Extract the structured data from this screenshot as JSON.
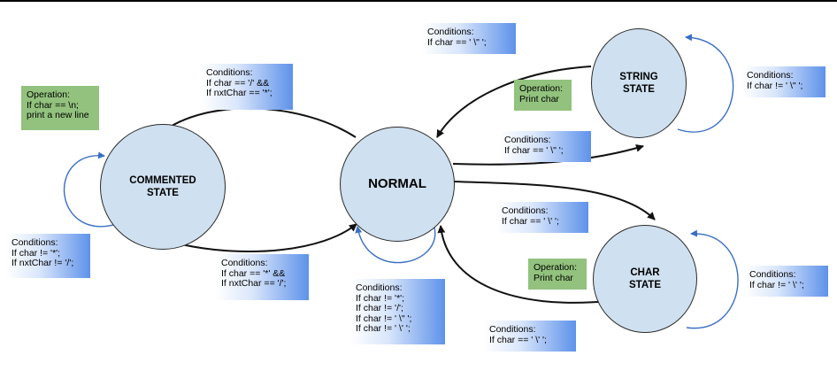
{
  "states": {
    "commented": "COMMENTED\nSTATE",
    "normal": "NORMAL",
    "string": "STRING\nSTATE",
    "char": "CHAR\nSTATE"
  },
  "boxes": {
    "op_commented": [
      "Operation:",
      "If char == \\n;",
      "print a new line"
    ],
    "cond_to_commented": [
      "Conditions:",
      "If char == '/' &&",
      "If nxtChar == '*';"
    ],
    "cond_stay_commented": [
      "Conditions:",
      "If char != '*';",
      "If nxtChar != '/';"
    ],
    "cond_commented_to_normal": [
      "Conditions:",
      "If char == '*' &&",
      "If nxtChar == '/';"
    ],
    "cond_stay_normal": [
      "Conditions:",
      "If char != '*';",
      "If char != '/';",
      "If char != ' \\\" ';",
      "If char != ' \\' ';"
    ],
    "cond_string_to_normal": [
      "Conditions:",
      "If char == ' \\\" ';"
    ],
    "op_string": [
      "Operation:",
      "Print char"
    ],
    "cond_stay_string": [
      "Conditions:",
      "If char != ' \\\" ';"
    ],
    "cond_normal_to_string": [
      "Conditions:",
      "If char == ' \\\" ';"
    ],
    "cond_normal_to_char": [
      "Conditions:",
      "If char == ' \\' ';"
    ],
    "op_char": [
      "Operation:",
      "Print char"
    ],
    "cond_stay_char": [
      "Conditions:",
      "If char != ' \\' ';"
    ],
    "cond_char_to_normal": [
      "Conditions:",
      "If char == ' \\' ';"
    ]
  },
  "colors": {
    "state_fill": "#cfe0f0",
    "state_stroke": "#2b2b2b",
    "transition": "#111111",
    "self_loop": "#3a6fc4",
    "operation_box": "#92c27d",
    "condition_box": "#5e92ea"
  }
}
